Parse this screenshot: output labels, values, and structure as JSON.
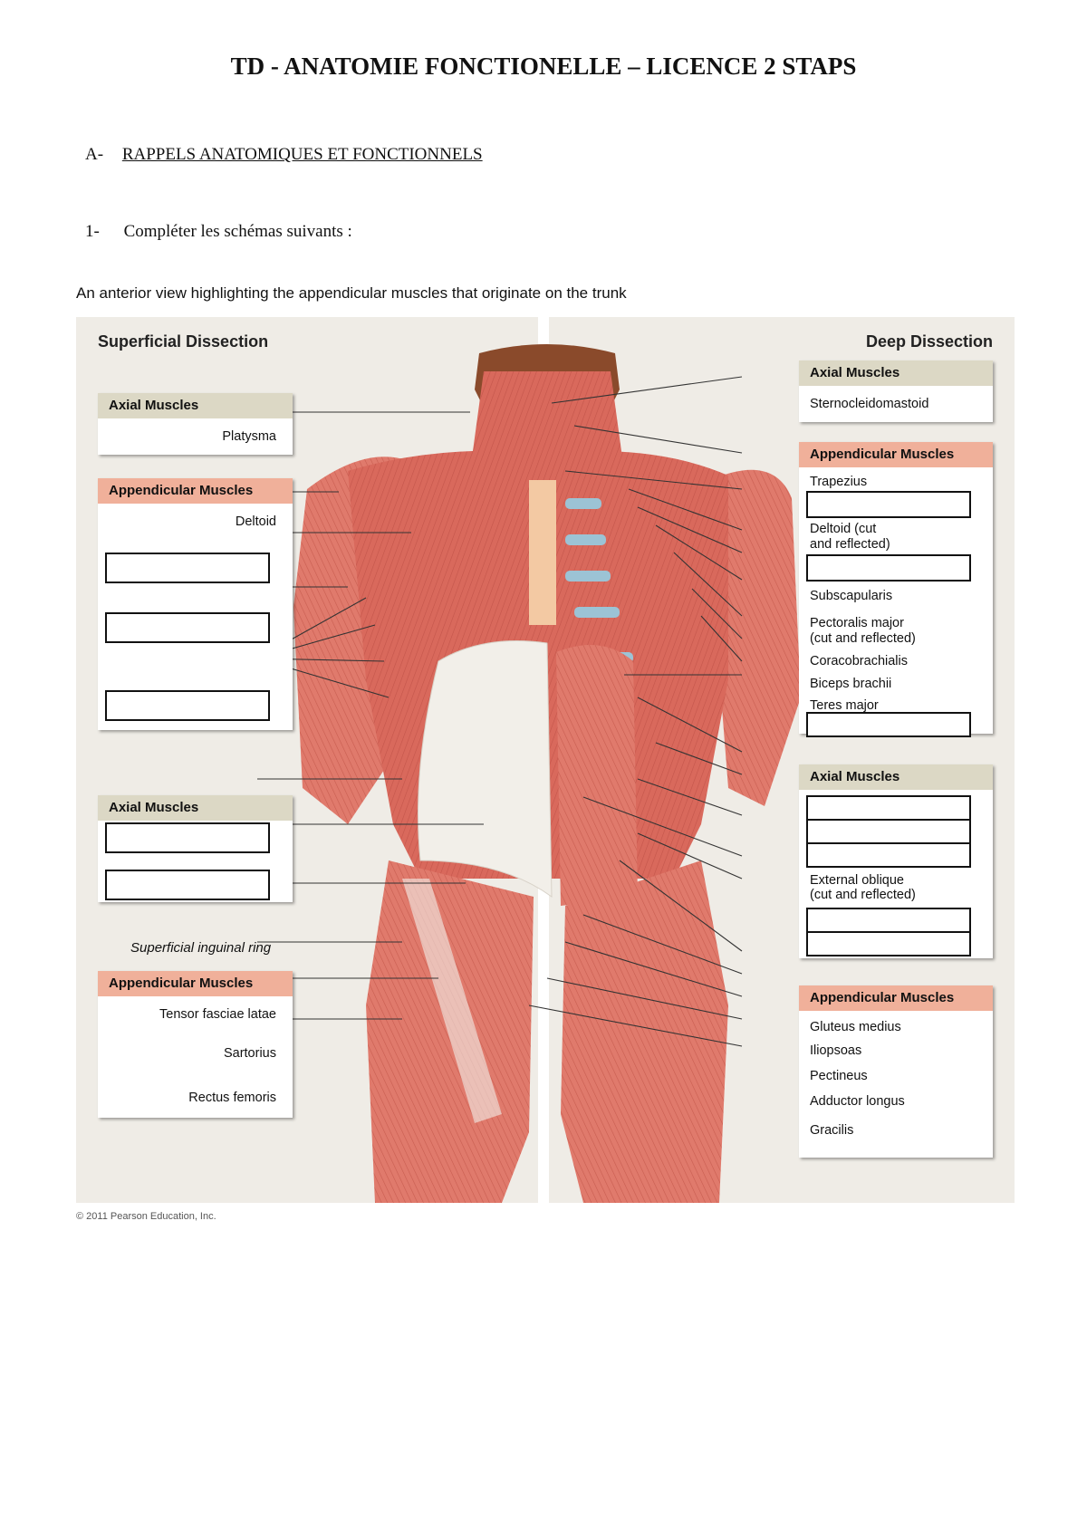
{
  "document": {
    "title": "TD - ANATOMIE FONCTIONELLE – LICENCE 2 STAPS",
    "section": {
      "number": "A-",
      "title": "RAPPELS ANATOMIQUES ET FONCTIONNELS"
    },
    "question": {
      "number": "1-",
      "text": "Compléter les schémas suivants :"
    },
    "figure_caption": "An anterior view highlighting the appendicular muscles that originate on the trunk",
    "copyright": "© 2011 Pearson Education, Inc."
  },
  "figure": {
    "superficial_title": "Superficial Dissection",
    "deep_title": "Deep Dissection",
    "left": {
      "axial_top": {
        "header": "Axial Muscles",
        "labels": [
          "Platysma"
        ]
      },
      "appendicular_top": {
        "header": "Appendicular Muscles",
        "labels": [
          "Deltoid"
        ]
      },
      "axial_bottom": {
        "header": "Axial Muscles"
      },
      "inguinal_label": "Superficial inguinal ring",
      "appendicular_bottom": {
        "header": "Appendicular Muscles",
        "labels": [
          "Tensor fasciae latae",
          "Sartorius",
          "Rectus femoris"
        ]
      }
    },
    "right": {
      "axial_top": {
        "header": "Axial Muscles",
        "labels": [
          "Sternocleidomastoid"
        ]
      },
      "appendicular_top": {
        "header": "Appendicular Muscles",
        "labels": [
          "Trapezius",
          "Deltoid (cut",
          "and reflected)",
          "Subscapularis",
          "Pectoralis major",
          "(cut and reflected)",
          "Coracobrachialis",
          "Biceps brachii",
          "Teres major"
        ]
      },
      "axial_middle": {
        "header": "Axial Muscles",
        "labels": [
          "External oblique",
          "(cut and reflected)"
        ]
      },
      "appendicular_bottom": {
        "header": "Appendicular Muscles",
        "labels": [
          "Gluteus medius",
          "Iliopsoas",
          "Pectineus",
          "Adductor longus",
          "Gracilis"
        ]
      }
    },
    "colors": {
      "muscle": "#d9695c",
      "muscle_light": "#e8897b",
      "fascia": "#f2efe9",
      "skin": "#8a4a2b",
      "cartilage": "#9cc3d5",
      "axial_header": "#dcd8c5",
      "appendicular_header": "#f0b09a"
    }
  }
}
